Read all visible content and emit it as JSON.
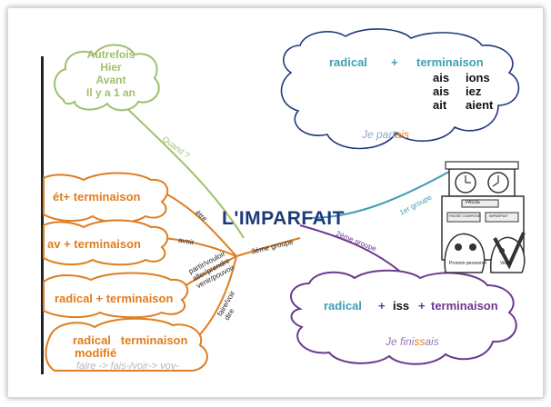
{
  "title": "L'IMPARFAIT",
  "time_markers": [
    "Autrefois",
    "Hier",
    "Avant",
    "Il y a 1 an"
  ],
  "branch_labels": {
    "quand": "Quand ?",
    "group1": "1er groupe",
    "group2": "2ème groupe",
    "group3": "3ème groupe",
    "etre": "être",
    "avoir": "avoir",
    "partir_verbs": "partir/vouloir\naller/prendre\nvenir/pouvoir",
    "faire_verbs": "faire/voir\ndire"
  },
  "group1": {
    "header_left": "radical",
    "plus": "+",
    "header_right": "terminaison",
    "endings_singular": [
      "ais",
      "ais",
      "ait"
    ],
    "endings_plural": [
      "ions",
      "iez",
      "aient"
    ],
    "example_prefix": "Je part",
    "example_suffix": "ais"
  },
  "group2": {
    "radical": "radical",
    "plus1": "+",
    "iss": "iss",
    "plus2": "+",
    "terminaison": "terminaison",
    "example_prefix": "Je fini",
    "example_mid": "ss",
    "example_suffix": "ais"
  },
  "group3": {
    "etre_rule": "ét+ terminaison",
    "avoir_rule": "av  + terminaison",
    "radical_rule": "radical + terminaison",
    "modified_line1": "radical   terminaison",
    "modified_line2": "modifié",
    "modified_example": "faire -> fais-/voir-> voy-"
  },
  "illustration": {
    "sign_top": "PASSÉ",
    "sign_left": "PASSÉ COMPOSÉ",
    "sign_right": "IMPARFAIT",
    "char_left": "Pronom personnel",
    "char_right": "Verbe"
  },
  "colors": {
    "green": "#9fc06d",
    "orange": "#e07d20",
    "teal": "#3f9fb3",
    "purple": "#6b3a8f",
    "title": "#1f3a7a"
  }
}
